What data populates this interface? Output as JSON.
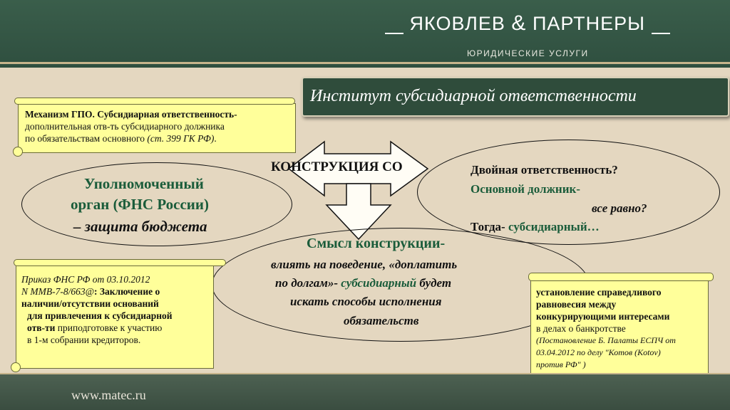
{
  "header": {
    "brand_left": "ЯКОВЛЕВ",
    "brand_amp": "&",
    "brand_right": "ПАРТНЕРЫ",
    "tagline": "ЮРИДИЧЕСКИЕ УСЛУГИ"
  },
  "title": "Институт субсидиарной ответственности",
  "note_top_left": {
    "line1": "Механизм ГПО. Субсидиарная ответственность-",
    "line2": "дополнительная отв-ть субсидиарного должника",
    "line3_plain": "по обязательствам основного ",
    "line3_italic": "(ст. 399 ГК РФ)",
    "line3_end": "."
  },
  "center_label": "КОНСТРУКЦИЯ СО",
  "left_ellipse": {
    "line1": "Уполномоченный",
    "line2": "орган (ФНС России)",
    "line3": "– защита бюджета"
  },
  "right_ellipse": {
    "line1": "Двойная ответственность?",
    "line2": "Основной должник-",
    "line3": "все равно?",
    "line4_a": "Тогда-",
    "line4_b": " субсидиарный…"
  },
  "bottom_ellipse": {
    "line1": "Смысл конструкции-",
    "line2": "влиять на поведение, «доплатить",
    "line3_a": "по долгам»-",
    "line3_b": " субсидиарный",
    "line3_c": " будет",
    "line4": "искать способы исполнения",
    "line5": "обязательств"
  },
  "note_bottom_left": {
    "line1": "Приказ ФНС РФ от 03.10.2012",
    "line2_a": "N ММВ-7-8/663@",
    "line2_b": ": Заключение о",
    "line3": "наличии/отсутствии оснований",
    "line4": "для привлечения к субсидиарной",
    "line5_a": "отв-ти",
    "line5_b": " приподготовке к  участию",
    "line6": "в 1-м собрании кредиторов."
  },
  "note_bottom_right": {
    "line1": "установление справедливого",
    "line2": "равновесия между",
    "line3": "конкурирующими интересами",
    "line4": "в делах о банкротстве",
    "line5": "(Постановление Б. Палаты ЕСПЧ от",
    "line6": "03.04.2012 по делу \"Котов (Kotov)",
    "line7": "против РФ\" )"
  },
  "footer": {
    "site": "www.matec.ru"
  },
  "colors": {
    "header_bg": "#2f4f3f",
    "note_bg": "#ffff9a",
    "accent_green": "#1a5c3a",
    "page_bg": "#e4d7c0"
  }
}
